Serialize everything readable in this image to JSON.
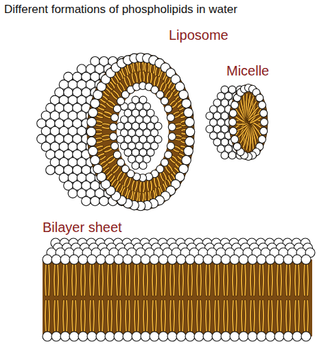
{
  "diagram": {
    "title": "Different formations of phospholipids in water",
    "labels": [
      "Liposome",
      "Micelle",
      "Bilayer sheet"
    ]
  }
}
